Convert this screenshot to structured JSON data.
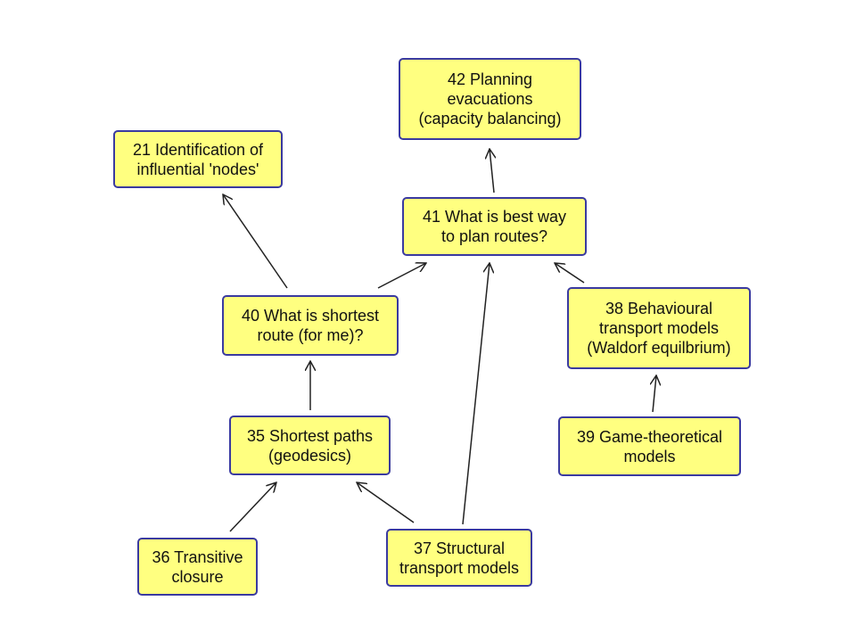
{
  "colors": {
    "node_fill": "#ffff80",
    "node_border": "#3a3aa0",
    "arrow": "#222222"
  },
  "nodes": {
    "n42": "42 Planning\nevacuations\n(capacity balancing)",
    "n21": "21 Identification of\ninfluential 'nodes'",
    "n41": "41 What is best way\nto plan routes?",
    "n40": "40 What is shortest\nroute (for me)?",
    "n38": "38 Behavioural\ntransport models\n(Waldorf equilbrium)",
    "n35": "35 Shortest paths\n(geodesics)",
    "n39": "39 Game-theoretical\nmodels",
    "n36": "36 Transitive\nclosure",
    "n37": "37 Structural\ntransport models"
  },
  "edges": [
    {
      "from": "40",
      "to": "21"
    },
    {
      "from": "40",
      "to": "41"
    },
    {
      "from": "41",
      "to": "42"
    },
    {
      "from": "37",
      "to": "41"
    },
    {
      "from": "38",
      "to": "41"
    },
    {
      "from": "35",
      "to": "40"
    },
    {
      "from": "36",
      "to": "35"
    },
    {
      "from": "37",
      "to": "35"
    },
    {
      "from": "39",
      "to": "38"
    }
  ]
}
